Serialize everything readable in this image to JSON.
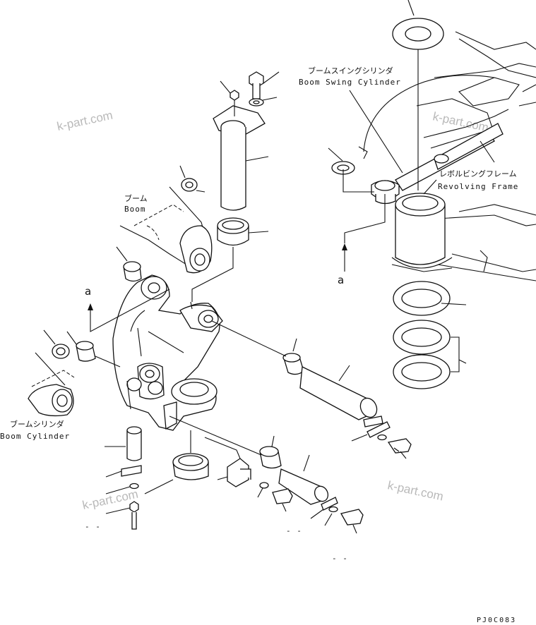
{
  "labels": {
    "boom_swing_cylinder_jp": "ブームスイングシリンダ",
    "boom_swing_cylinder_en": "Boom Swing Cylinder",
    "revolving_frame_jp": "レボルビングフレーム",
    "revolving_frame_en": "Revolving Frame",
    "boom_jp": "ブーム",
    "boom_en": "Boom",
    "boom_cylinder_jp": "ブームシリンダ",
    "boom_cylinder_en": "Boom Cylinder"
  },
  "view_markers": {
    "a_left": "a",
    "a_right": "a"
  },
  "watermarks": [
    "k-part.com",
    "k-part.com",
    "k-part.com",
    "k-part.com"
  ],
  "drawing_code": "PJ0C083",
  "small_marks": [
    "- -",
    "- -",
    "- -"
  ]
}
